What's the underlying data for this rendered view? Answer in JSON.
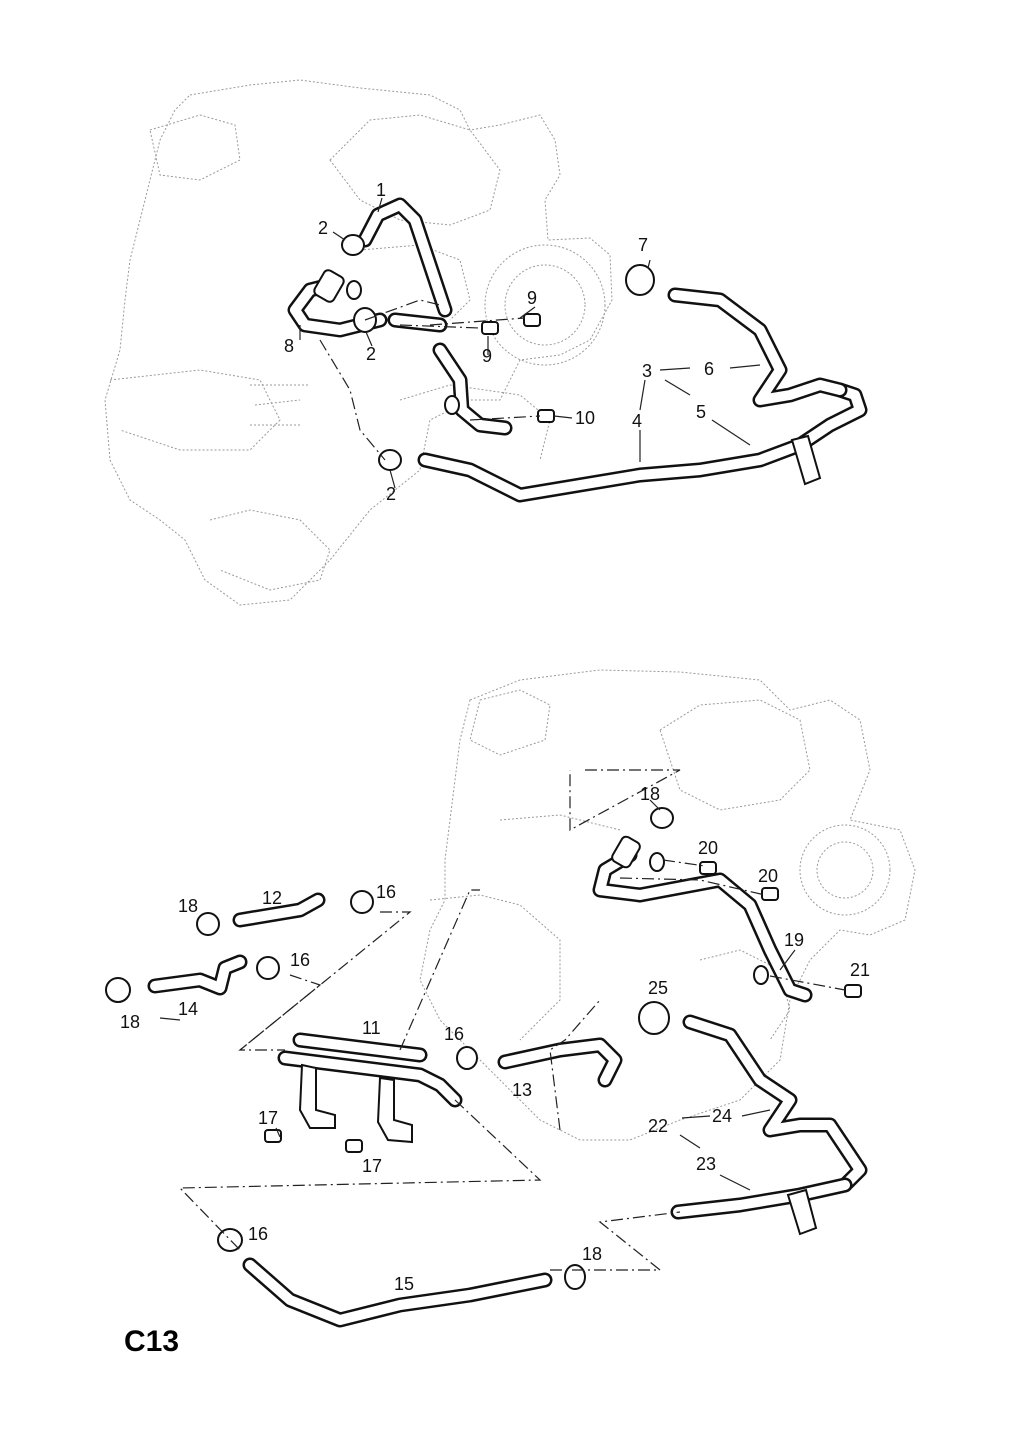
{
  "page_code": "C13",
  "upper_assembly": {
    "callouts": [
      "1",
      "2",
      "2",
      "2",
      "3",
      "4",
      "5",
      "6",
      "7",
      "8",
      "9",
      "9",
      "10"
    ]
  },
  "lower_assembly": {
    "callouts": [
      "11",
      "12",
      "13",
      "14",
      "15",
      "16",
      "16",
      "16",
      "16",
      "17",
      "17",
      "18",
      "18",
      "18",
      "18",
      "19",
      "20",
      "20",
      "21",
      "22",
      "23",
      "24",
      "25"
    ]
  }
}
